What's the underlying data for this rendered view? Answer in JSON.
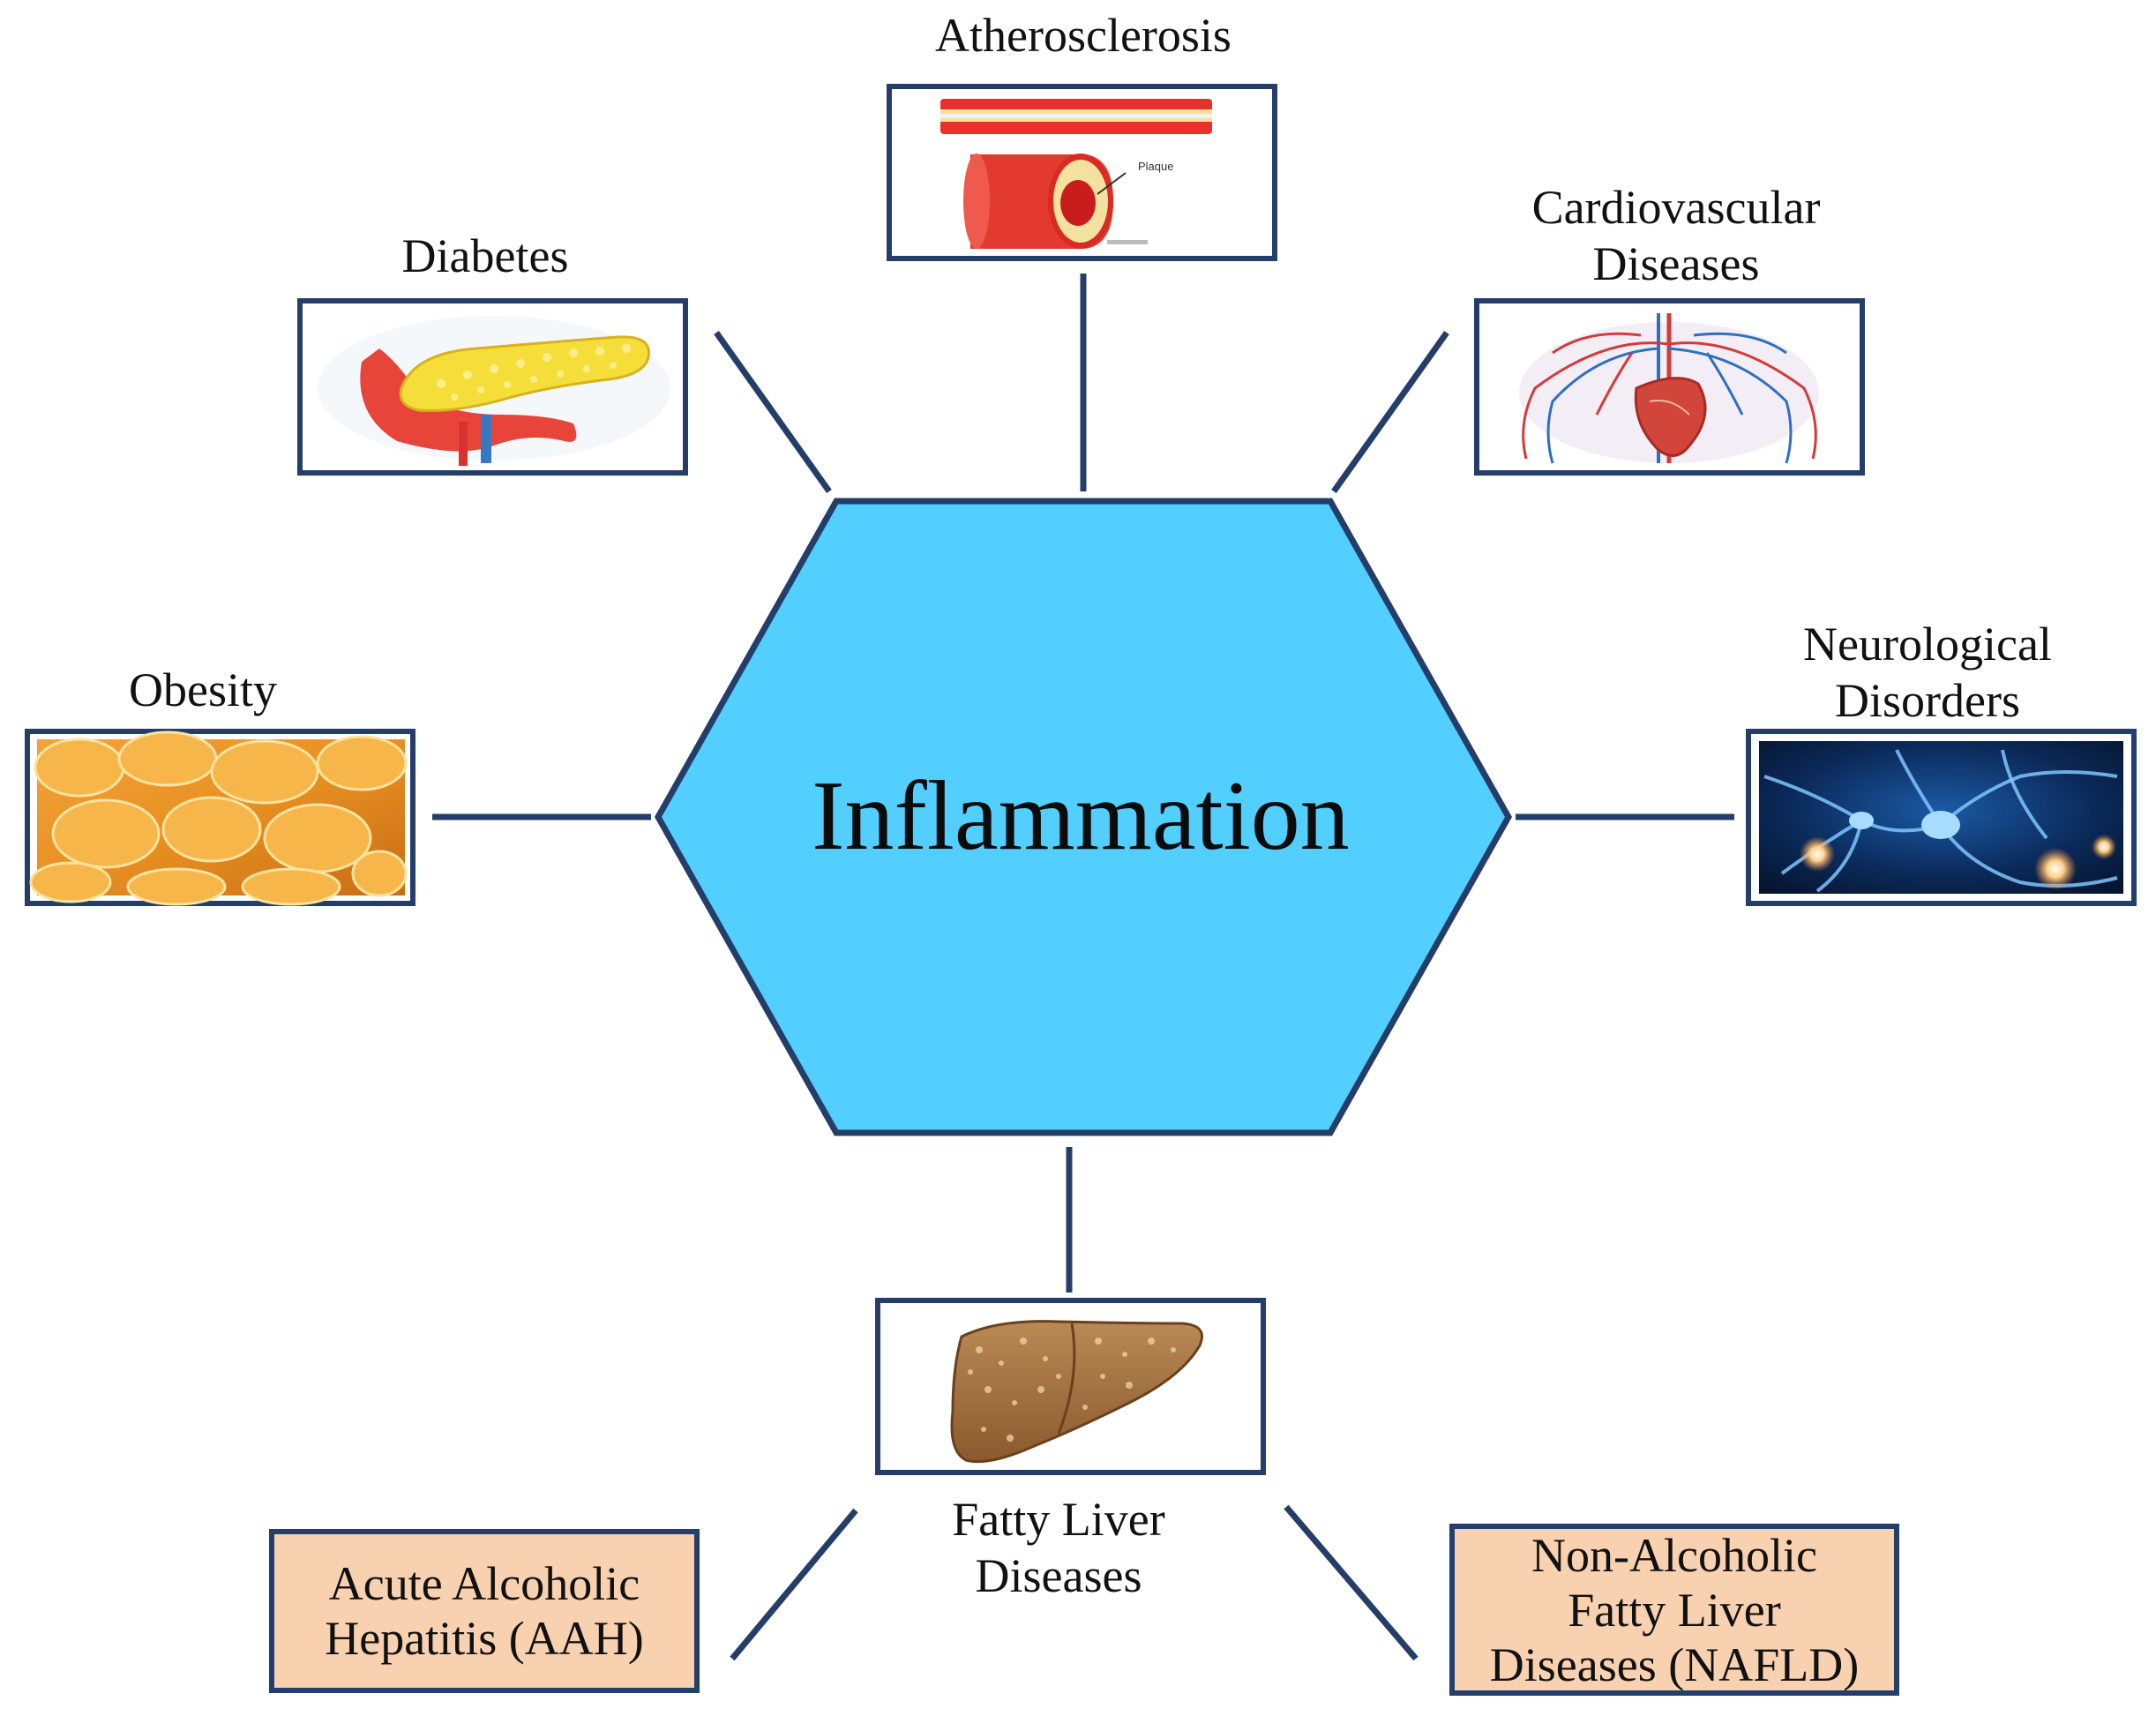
{
  "center": {
    "label": "Inflammation",
    "fill": "#52cfff",
    "stroke": "#253e69"
  },
  "frame_color": "#253e69",
  "nodes": {
    "atherosclerosis": {
      "label": "Atherosclerosis",
      "icon": "artery-plaque-illustration",
      "inner_text": "Plaque"
    },
    "diabetes": {
      "label": "Diabetes",
      "icon": "pancreas-illustration"
    },
    "cardiovascular": {
      "label": "Cardiovascular\nDiseases",
      "icon": "heart-vessels-illustration"
    },
    "obesity": {
      "label": "Obesity",
      "icon": "fat-tissue-illustration"
    },
    "neurological": {
      "label": "Neurological\nDisorders",
      "icon": "neurons-illustration"
    },
    "fatty_liver": {
      "label": "Fatty Liver\nDiseases",
      "icon": "fatty-liver-illustration"
    }
  },
  "sub_nodes": {
    "aah": {
      "label": "Acute Alcoholic\nHepatitis (AAH)",
      "fill": "#f7d1b0"
    },
    "nafld": {
      "label": "Non-Alcoholic\nFatty Liver\nDiseases (NAFLD)",
      "fill": "#f7d1b0"
    }
  }
}
